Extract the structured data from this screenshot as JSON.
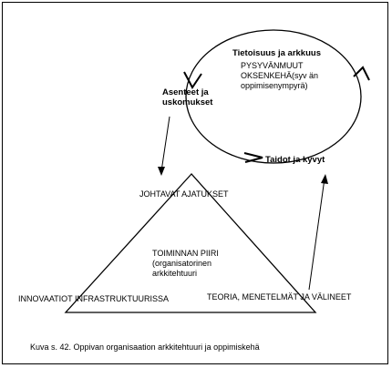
{
  "cycle": {
    "top_label": "Tietoisuus ja arkkuus",
    "inner_label": "PYSYVÄNMUUT OKSENKEHÄ(syv än oppimisenympyrä)",
    "left_label": "Asenteet ja uskomukset",
    "bottom_label": "Taidot ja kyvyt"
  },
  "triangle": {
    "top_label": "JOHTAVAT AJATUKSET",
    "center_label": "TOIMINNAN PIIRI (organisatorinen arkkitehtuuri",
    "left_label": "INNOVAATIOT INFRASTRUKTUURISSA",
    "right_label": "TEORIA, MENETELMÄT JA VÄLINEET"
  },
  "caption": "Kuva s. 42. Oppivan organisaation arkkitehtuuri ja oppimiskehä"
}
